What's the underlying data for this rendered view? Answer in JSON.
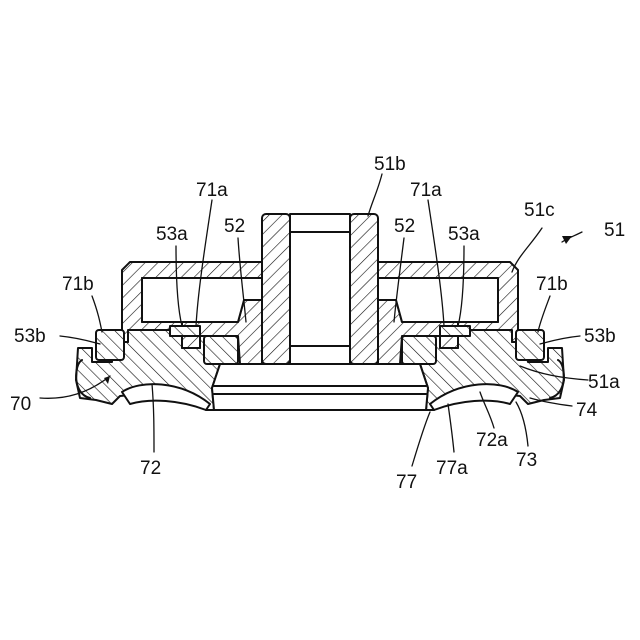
{
  "figure": {
    "labels": {
      "l51": "51",
      "l51b": "51b",
      "l51c": "51c",
      "l71a_left": "71a",
      "l71a_right": "71a",
      "l53a_left": "53a",
      "l53a_right": "53a",
      "l52_left": "52",
      "l52_right": "52",
      "l71b_left": "71b",
      "l71b_right": "71b",
      "l53b_left": "53b",
      "l53b_right": "53b",
      "l70": "70",
      "l51a": "51a",
      "l74": "74",
      "l72": "72",
      "l72a": "72a",
      "l73": "73",
      "l77": "77",
      "l77a": "77a"
    }
  }
}
